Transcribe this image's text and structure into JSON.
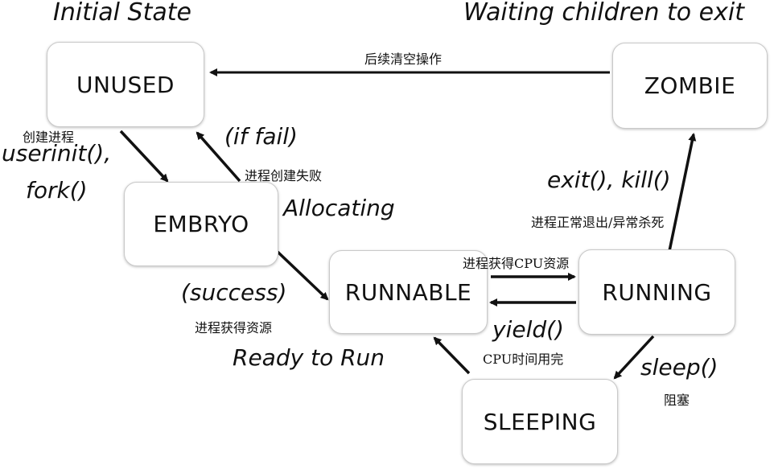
{
  "states": {
    "unused": "UNUSED",
    "zombie": "ZOMBIE",
    "embryo": "EMBRYO",
    "runnable": "RUNNABLE",
    "running": "RUNNING",
    "sleeping": "SLEEPING"
  },
  "captions": {
    "initial_state": "Initial State",
    "waiting_children": "Waiting children to exit",
    "allocating": "Allocating",
    "ready_to_run": "Ready to Run"
  },
  "transitions": {
    "zombie_to_unused_cn": "后续清空操作",
    "unused_to_embryo_cn": "创建进程",
    "unused_to_embryo_call_1": "userinit(),",
    "unused_to_embryo_call_2": "fork()",
    "embryo_to_unused_cond": "(if fail)",
    "embryo_to_unused_cn": "进程创建失败",
    "embryo_to_runnable_cond": "(success)",
    "embryo_to_runnable_cn": "进程获得资源",
    "runnable_to_running_cn": "进程获得CPU资源",
    "running_to_runnable_call": "yield()",
    "running_to_runnable_cn": "CPU时间用完",
    "running_to_zombie_call": "exit(), kill()",
    "running_to_zombie_cn": "进程正常退出/异常杀死",
    "running_to_sleeping_call": "sleep()",
    "running_to_sleeping_cn": "阻塞"
  }
}
